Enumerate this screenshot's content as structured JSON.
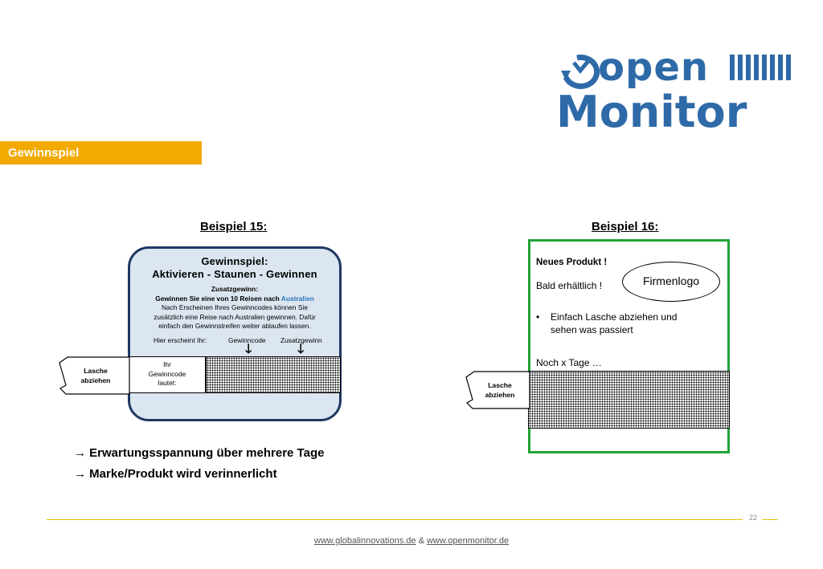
{
  "brand": {
    "logo_word_top": "open",
    "logo_word_bottom": "Monitor",
    "color": "#2f6aa8"
  },
  "section": {
    "title": "Gewinnspiel",
    "color": "#f2a900"
  },
  "example15": {
    "heading": "Beispiel 15:",
    "title_line1": "Gewinnspiel:",
    "title_line2": "Aktivieren - Staunen - Gewinnen",
    "bonus_label": "Zusatzgewinn:",
    "bonus_headline_prefix": "Gewinnen Sie eine von 10 Reisen nach",
    "bonus_headline_highlight": "Australien",
    "body_line1": "Nach Erscheinen Ihres Gewinncodes können Sie",
    "body_line2": "zusätzlich eine Reise nach Australien gewinnen. Dafür",
    "body_line3": "einfach den Gewinnstreifen weiter ablaufen lassen.",
    "appears_label": "Hier erscheint Ihr:",
    "code_marker": "Gewinncode",
    "bonus_marker": "Zusatzgewinn",
    "code_box_line1": "Ihr",
    "code_box_line2": "Gewinncode",
    "code_box_line3": "lautet:",
    "tab_line1": "Lasche",
    "tab_line2": "abziehen"
  },
  "conclusions": [
    "→ Erwartungsspannung über mehrere Tage",
    "→ Marke/Produkt wird verinnerlicht"
  ],
  "example16": {
    "heading": "Beispiel 16:",
    "new_product": "Neues Produkt !",
    "coming_soon": "Bald erhältlich !",
    "bullet_line1": "Einfach Lasche abziehen und",
    "bullet_line2": "sehen was passiert",
    "countdown": "Noch x Tage …",
    "logo_placeholder": "Firmenlogo",
    "tab_line1": "Lasche",
    "tab_line2": "abziehen",
    "border_color": "#21a336"
  },
  "footer": {
    "page_number": "22",
    "link1": "www.globalinnovations.de",
    "separator": "&",
    "link2": "www.openmonitor.de"
  }
}
